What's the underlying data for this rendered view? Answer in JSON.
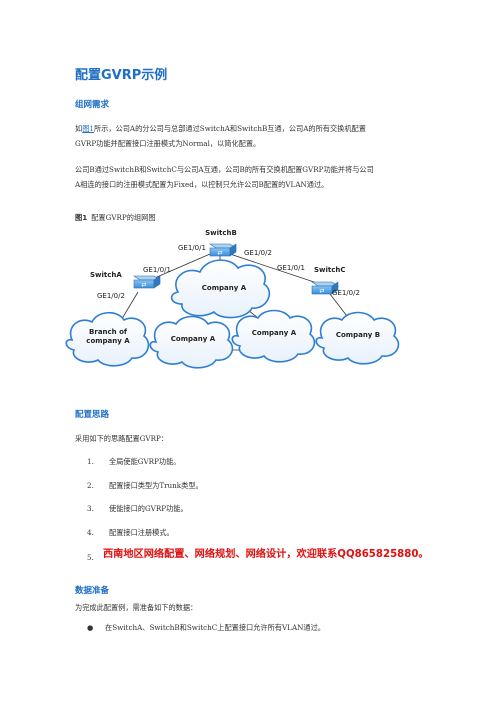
{
  "title": "配置GVRP示例",
  "sections": {
    "networking": "组网需求",
    "approach": "配置思路",
    "data_prep": "数据准备"
  },
  "paragraphs": {
    "p1_prefix": "如",
    "p1_link": "图1",
    "p1_line1": "所示，公司A的分公司与总部通过SwitchA和SwitchB互通，公司A的所有交换机配置",
    "p1_line2": "GVRP功能并配置接口注册模式为Normal，以简化配置。",
    "p2_line1": "公司B通过SwitchB和SwitchC与公司A互通，公司B的所有交换机配置GVRP功能并将与公司",
    "p2_line2": "A相连的接口的注册模式配置为Fixed，以控制只允许公司B配置的VLAN通过。",
    "approach_intro": "采用如下的思路配置GVRP：",
    "data_intro": "为完成此配置例，需准备如下的数据："
  },
  "figure": {
    "label": "图1",
    "caption": "配置GVRP的组网图",
    "switches": {
      "a": "SwitchA",
      "b": "SwitchB",
      "c": "SwitchC"
    },
    "ports": {
      "b_left": "GE1/0/1",
      "b_right": "GE1/0/2",
      "a_up": "GE1/0/1",
      "a_down": "GE1/0/2",
      "c_up": "GE1/0/1",
      "c_down": "GE1/0/2"
    },
    "clouds": {
      "center": "Company A",
      "branch_line1": "Branch of",
      "branch_line2": "company A",
      "left": "Company A",
      "right": "Company A",
      "b": "Company B"
    }
  },
  "steps": [
    {
      "num": "1.",
      "text": "全局使能GVRP功能。"
    },
    {
      "num": "2.",
      "text": "配置接口类型为Trunk类型。"
    },
    {
      "num": "3.",
      "text": "使能接口的GVRP功能。"
    },
    {
      "num": "4.",
      "text": "配置接口注册模式。"
    }
  ],
  "ad": {
    "num": "5.",
    "text": "西南地区网络配置、网络规划、网络设计，欢迎联系QQ865825880。"
  },
  "bullets": [
    "在SwitchA、SwitchB和SwitchC上配置接口允许所有VLAN通过。"
  ],
  "colors": {
    "heading": "#1f6fc6",
    "ad": "#e01010",
    "cloud_border": "#2e7fd4",
    "switch": "#3a8fd8"
  }
}
